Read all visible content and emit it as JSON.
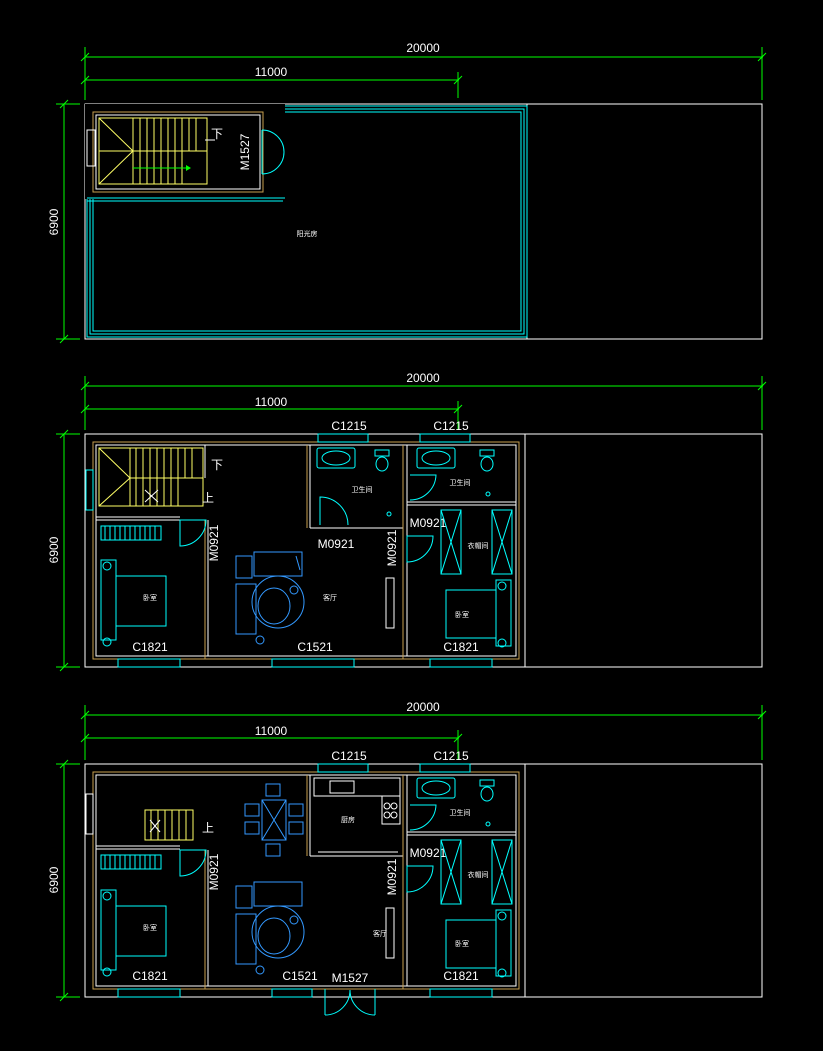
{
  "dimensions": {
    "total_width": "20000",
    "partial_width": "11000",
    "depth": "6900"
  },
  "plan_top": {
    "door_label": "M1527",
    "stair_down": "下",
    "terrace_label": "阳光房"
  },
  "plan_mid": {
    "window_a": "C1215",
    "window_b": "C1215",
    "stair_down": "下",
    "stair_up": "上",
    "bath_left": "卫生间",
    "bath_right": "卫生间",
    "door_m0921_a": "M0921",
    "door_m0921_b": "M0921",
    "door_m0921_c": "M0921",
    "door_m0921_d": "M0921",
    "bedroom_left": "卧室",
    "living": "客厅",
    "closet": "衣帽间",
    "bedroom_right": "卧室",
    "window_c1821_a": "C1821",
    "window_c1521": "C1521",
    "window_c1821_b": "C1821"
  },
  "plan_bot": {
    "window_a": "C1215",
    "window_b": "C1215",
    "stair_up": "上",
    "kitchen": "厨房",
    "bath_right": "卫生间",
    "door_m0921_a": "M0921",
    "door_m0921_b": "M0921",
    "door_m0921_c": "M0921",
    "bedroom_left": "卧室",
    "living": "客厅",
    "closet": "衣帽间",
    "bedroom_right": "卧室",
    "window_c1821_a": "C1821",
    "window_c1521": "C1521",
    "entry_door": "M1527",
    "window_c1821_b": "C1821"
  }
}
